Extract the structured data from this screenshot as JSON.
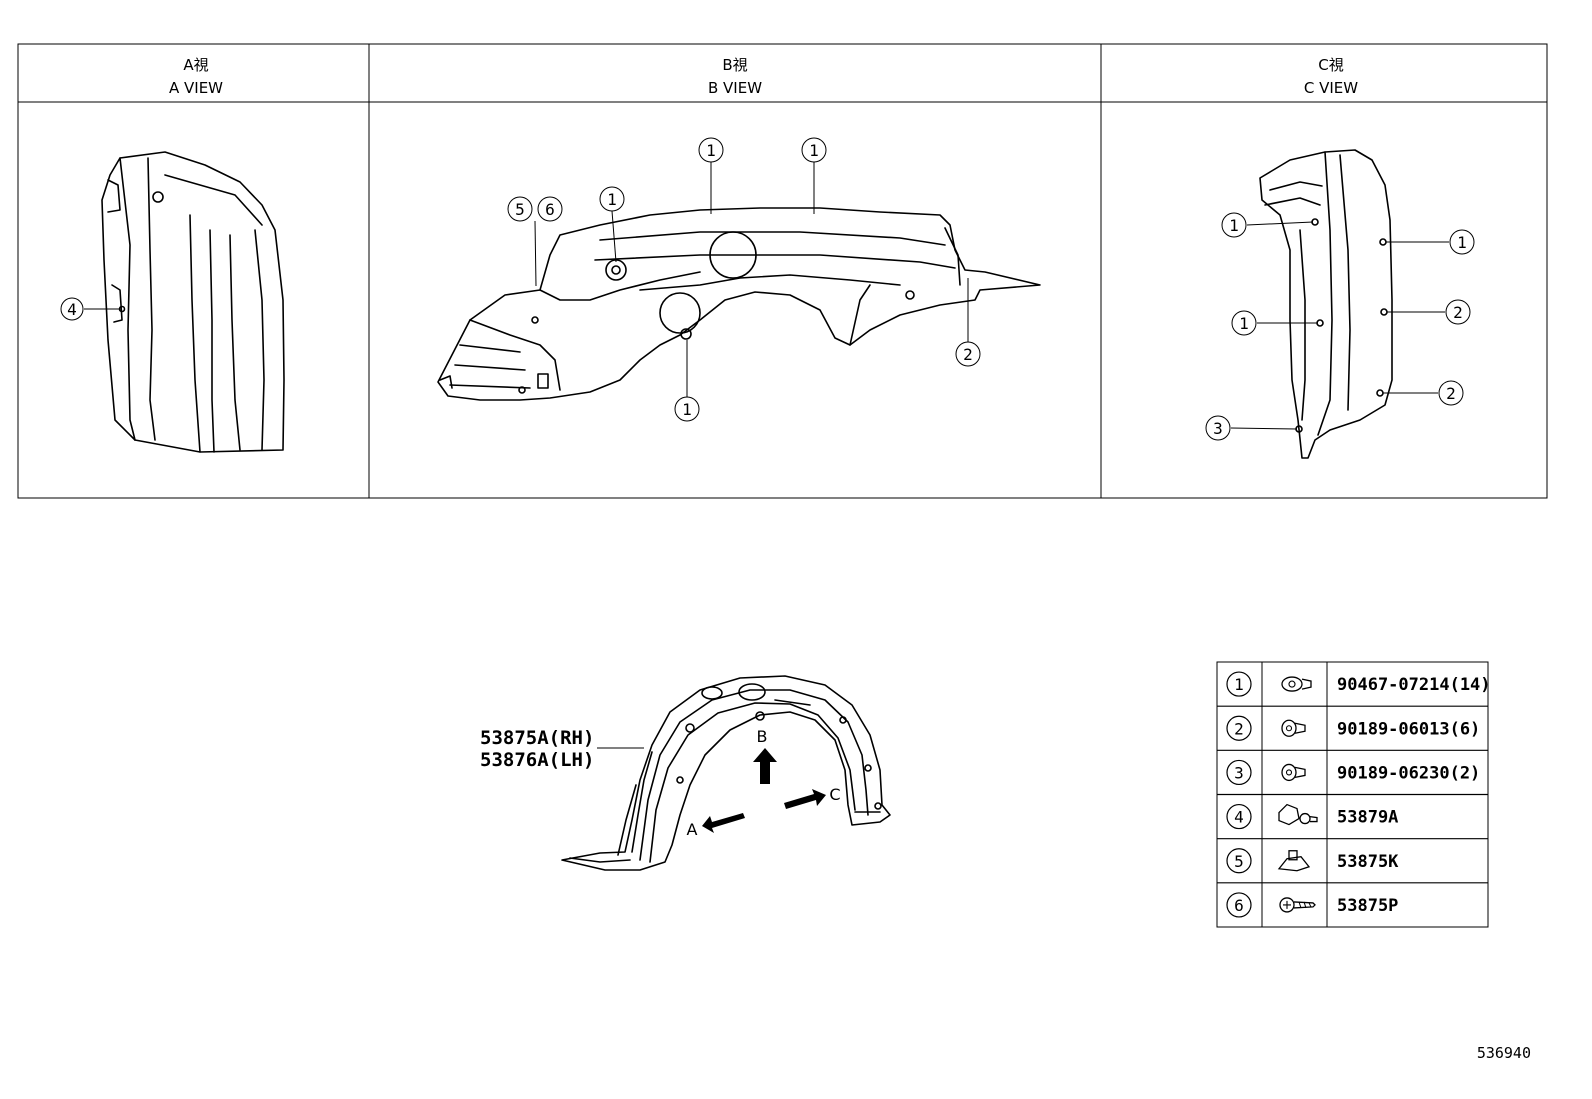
{
  "views": [
    {
      "jp": "A視",
      "en": "A VIEW"
    },
    {
      "jp": "B視",
      "en": "B VIEW"
    },
    {
      "jp": "C視",
      "en": "C VIEW"
    }
  ],
  "callouts": {
    "a": [
      "4"
    ],
    "b": [
      "1",
      "1",
      "1",
      "1",
      "2",
      "5",
      "6"
    ],
    "c": [
      "1",
      "1",
      "1",
      "2",
      "2",
      "3"
    ]
  },
  "main_part": {
    "rh": "53875A(RH)",
    "lh": "53876A(LH)",
    "arrow_labels": [
      "A",
      "B",
      "C"
    ]
  },
  "parts_table": [
    {
      "ref": "1",
      "icon": "clip-icon",
      "part": "90467-07214(14)"
    },
    {
      "ref": "2",
      "icon": "grommet-icon",
      "part": "90189-06013(6)"
    },
    {
      "ref": "3",
      "icon": "grommet-icon",
      "part": "90189-06230(2)"
    },
    {
      "ref": "4",
      "icon": "retainer-icon",
      "part": "53879A"
    },
    {
      "ref": "5",
      "icon": "nut-icon",
      "part": "53875K"
    },
    {
      "ref": "6",
      "icon": "screw-icon",
      "part": "53875P"
    }
  ],
  "diagram_id": "536940"
}
